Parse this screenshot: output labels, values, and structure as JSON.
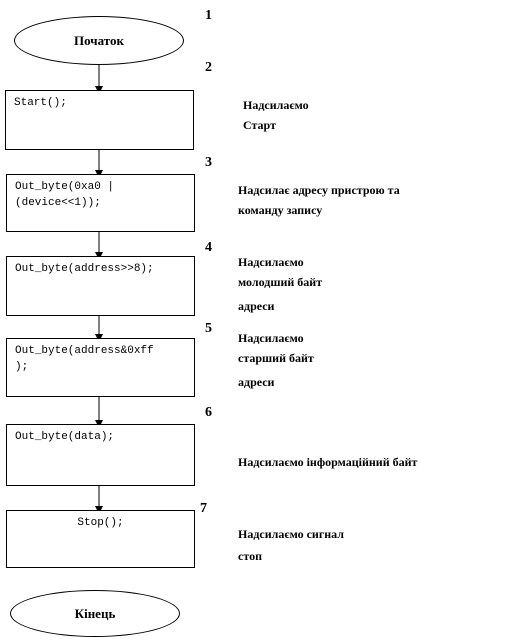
{
  "start_label": "Початок",
  "end_label": "Кінець",
  "steps": [
    {
      "num": "1"
    },
    {
      "num": "2",
      "code": "Start();",
      "note": [
        "Надсилаємо",
        "Старт"
      ]
    },
    {
      "num": "3",
      "code": "Out_byte(0xa0 |\n(device<<1));",
      "note": [
        "Надсилає адресу пристрою та",
        "команду запису"
      ]
    },
    {
      "num": "4",
      "code": "Out_byte(address>>8);",
      "note": [
        "Надсилаємо",
        "молодший байт",
        "адреси"
      ]
    },
    {
      "num": "5",
      "code": "Out_byte(address&0xff\n);",
      "note": [
        "Надсилаємо",
        "старший байт",
        "адреси"
      ]
    },
    {
      "num": "6",
      "code": "Out_byte(data);",
      "note": [
        "Надсилаємо інформаційний байт"
      ]
    },
    {
      "num": "7",
      "code": "Stop();",
      "note": [
        "Надсилаємо сигнал",
        "стоп"
      ]
    }
  ]
}
